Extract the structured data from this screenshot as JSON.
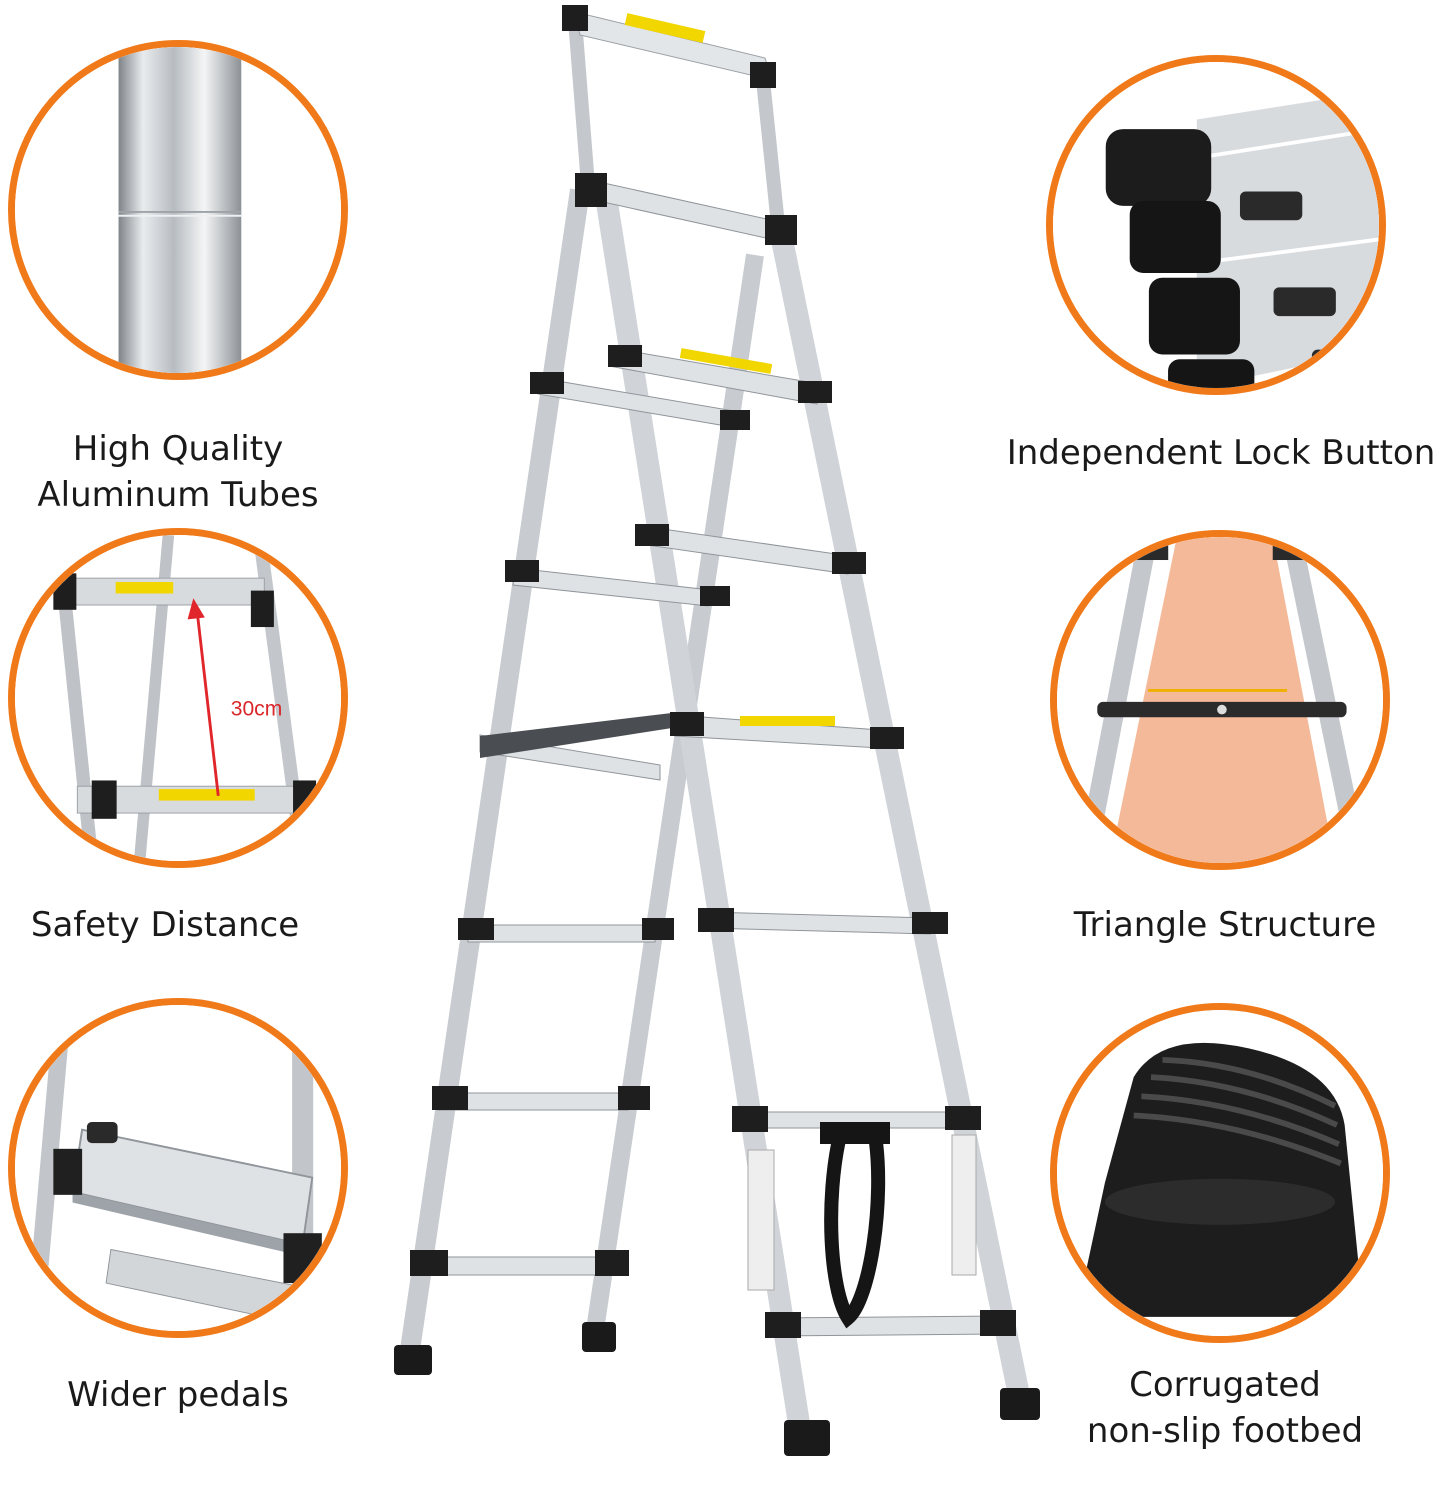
{
  "features": {
    "tubes": "High Quality\nAluminum Tubes",
    "lock": "Independent Lock Button",
    "distance": "Safety Distance",
    "distance_measure": "30cm",
    "triangle": "Triangle Structure",
    "pedals": "Wider pedals",
    "footbed": "Corrugated\nnon-slip footbed"
  },
  "colors": {
    "accent": "#f07a1a",
    "aluminum": "#c9ccd0",
    "rubber": "#1c1c1c",
    "measure_arrow": "#e0262a"
  }
}
